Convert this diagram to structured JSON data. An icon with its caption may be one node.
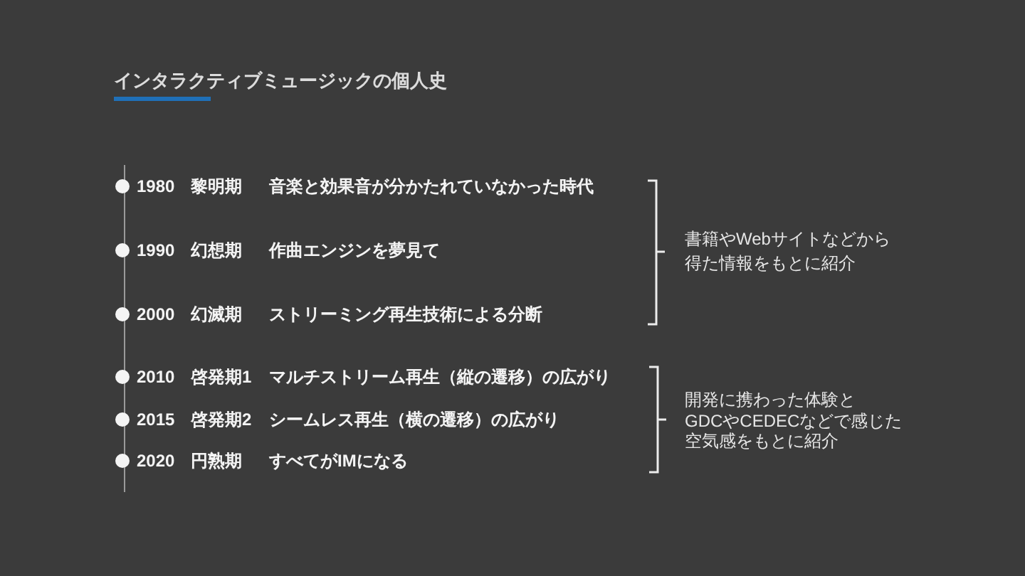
{
  "diagram": {
    "title": "インタラクティブミュージックの個人史",
    "labels": [
      "1980",
      "黎明期",
      "音楽と効果音が分かたれていなかった時代",
      "1990",
      "幻想期",
      "作曲エンジンを夢見て",
      "2000",
      "幻滅期",
      "ストリーミング再生技術による分断",
      "2010",
      "啓発期1",
      "マルチストリーム再生（縦の遷移）の広がり",
      "2015",
      "啓発期2",
      "シームレス再生（横の遷移）の広がり",
      "2020",
      "円熟期",
      "すべてがIMになる",
      "書籍やWebサイトなどから得た情報をもとに紹介",
      "開発に携わった体験とGDCやCEDECなどで感じた空気感をもとに紹介"
    ]
  }
}
